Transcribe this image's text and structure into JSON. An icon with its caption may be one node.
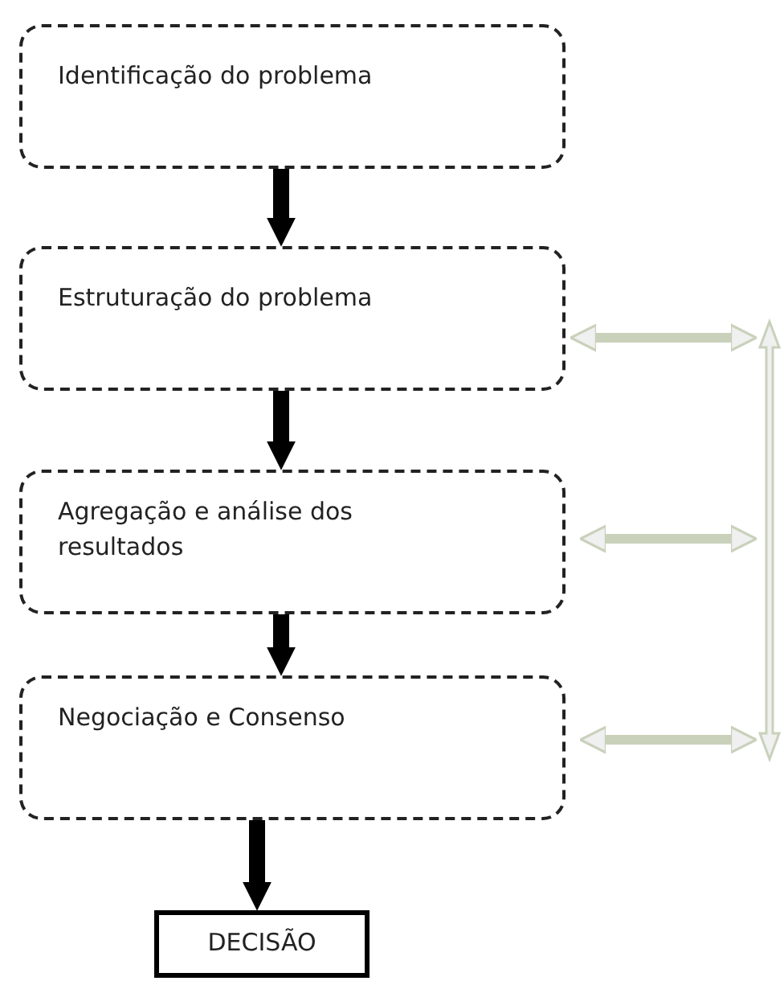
{
  "diagram": {
    "nodes": [
      {
        "text": [
          "Identificação do problema"
        ]
      },
      {
        "text": [
          "Estruturação do problema"
        ]
      },
      {
        "text": [
          "Agregação e análise dos resultados"
        ]
      },
      {
        "text": [
          "Negociação e Consenso"
        ]
      },
      {
        "text": [
          "DECISÃO"
        ]
      },
      {
        "text": [],
        "shape": "bar"
      }
    ],
    "edges": [
      {
        "from": 0,
        "to": 1,
        "arrow": "to"
      },
      {
        "from": 1,
        "to": 2,
        "arrow": "to"
      },
      {
        "from": 2,
        "to": 3,
        "arrow": "to"
      },
      {
        "from": 3,
        "to": 4,
        "arrow": "to"
      },
      {
        "from": 1,
        "to": 5,
        "arrow": "both",
        "color": "#c9d1bb"
      },
      {
        "from": 2,
        "to": 5,
        "arrow": "both",
        "color": "#c9d1bb"
      },
      {
        "from": 3,
        "to": 5,
        "arrow": "both",
        "color": "#c9d1bb"
      }
    ]
  }
}
